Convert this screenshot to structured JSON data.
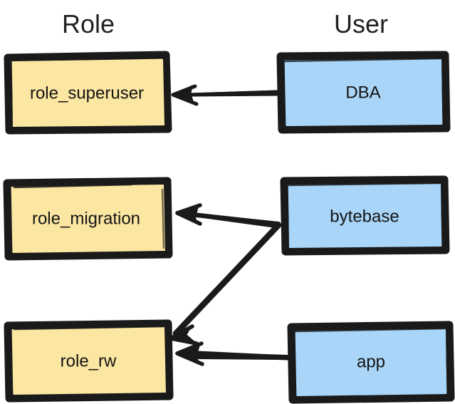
{
  "diagram": {
    "title_role": "Role",
    "title_user": "User",
    "background_color": "#ffffff",
    "role_fill_color": "#fbe6a2",
    "user_fill_color": "#a8d5f8",
    "stroke_color": "#1a1a1a",
    "text_color": "#141414",
    "header_text_color": "#231f20",
    "columns": [
      {
        "id": "role",
        "header": "Role"
      },
      {
        "id": "user",
        "header": "User"
      }
    ],
    "role_nodes": [
      {
        "id": "role-superuser",
        "label": "role_superuser"
      },
      {
        "id": "role-migration",
        "label": "role_migration"
      },
      {
        "id": "role-rw",
        "label": "role_rw"
      }
    ],
    "user_nodes": [
      {
        "id": "dba",
        "label": "DBA"
      },
      {
        "id": "bytebase",
        "label": "bytebase"
      },
      {
        "id": "app",
        "label": "app"
      }
    ],
    "edges": [
      {
        "id": "dba-to-role-superuser",
        "from": "DBA",
        "to": "role_superuser",
        "direction": "right-to-left"
      },
      {
        "id": "bytebase-to-role-migration",
        "from": "bytebase",
        "to": "role_migration",
        "direction": "right-to-left"
      },
      {
        "id": "bytebase-to-role-rw",
        "from": "bytebase",
        "to": "role_rw",
        "direction": "diagonal-down-left"
      },
      {
        "id": "app-to-role-rw",
        "from": "app",
        "to": "role_rw",
        "direction": "right-to-left"
      }
    ]
  }
}
